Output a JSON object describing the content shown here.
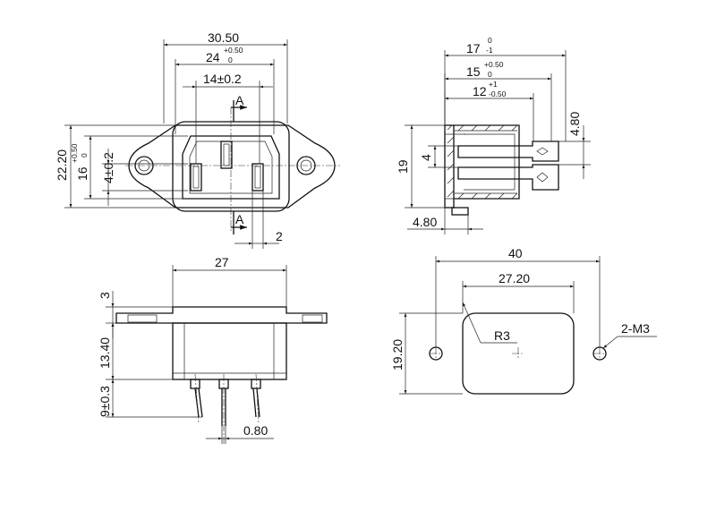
{
  "front_view": {
    "width_overall": "30.50",
    "width_body": "24",
    "width_body_tol_upper": "+0.50",
    "width_body_tol_lower": "0",
    "pin_spacing": "14±0.2",
    "section_mark": "A",
    "height_overall": "22.20",
    "height_body": "16",
    "height_body_tol_upper": "+0.50",
    "height_body_tol_lower": "0",
    "pin_height": "4±0.2",
    "pin_width": "2"
  },
  "side_view": {
    "depth_max": "17",
    "depth_max_tol_upper": "0",
    "depth_max_tol_lower": "-1",
    "depth_mid": "15",
    "depth_mid_tol_upper": "+0.50",
    "depth_mid_tol_lower": "0",
    "depth_min": "12",
    "depth_min_tol_upper": "+1",
    "depth_min_tol_lower": "-0.50",
    "tab_width": "4.80",
    "height": "19",
    "pin_offset": "4",
    "flange_depth": "4.80"
  },
  "bottom_view": {
    "body_width": "27",
    "flange_thickness": "3",
    "body_depth": "13.40",
    "pin_length": "9±0.3",
    "pin_thickness": "0.80"
  },
  "cutout_view": {
    "hole_spacing": "40",
    "cutout_width": "27.20",
    "corner_radius": "R3",
    "cutout_height": "19.20",
    "screw_holes": "2-M3"
  }
}
